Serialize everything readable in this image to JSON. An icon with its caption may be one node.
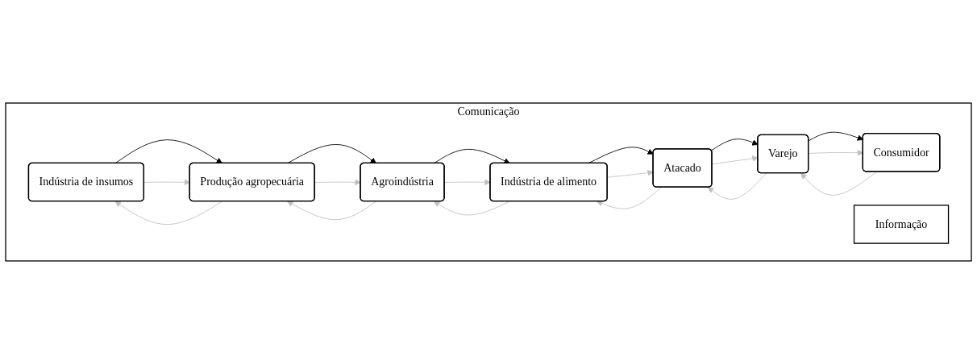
{
  "diagram": {
    "nodes": [
      {
        "text": [
          "Comunicação"
        ]
      },
      {
        "text": [
          "Indústria de insumos"
        ],
        "in": 0
      },
      {
        "text": [
          "Produção agropecuária"
        ],
        "in": 0
      },
      {
        "text": [
          "Agroindústria"
        ],
        "in": 0
      },
      {
        "text": [
          "Indústria de alimento"
        ],
        "in": 0
      },
      {
        "text": [
          "Atacado"
        ],
        "in": 0
      },
      {
        "text": [
          "Varejo"
        ],
        "in": 0
      },
      {
        "text": [
          "Consumidor"
        ],
        "in": 0
      },
      {
        "text": [
          "Informação"
        ],
        "in": 0
      }
    ],
    "edges": [
      {
        "from": 1,
        "to": 2,
        "arrow": "to",
        "color": "#000000"
      },
      {
        "from": 2,
        "to": 3,
        "arrow": "to",
        "color": "#000000"
      },
      {
        "from": 3,
        "to": 4,
        "arrow": "to",
        "color": "#000000"
      },
      {
        "from": 4,
        "to": 5,
        "arrow": "to",
        "color": "#000000"
      },
      {
        "from": 5,
        "to": 6,
        "arrow": "to",
        "color": "#000000"
      },
      {
        "from": 6,
        "to": 7,
        "arrow": "to",
        "color": "#000000"
      },
      {
        "from": 1,
        "to": 2,
        "arrow": "to",
        "color": "#c0c0c0"
      },
      {
        "from": 2,
        "to": 3,
        "arrow": "to",
        "color": "#c0c0c0"
      },
      {
        "from": 3,
        "to": 4,
        "arrow": "to",
        "color": "#c0c0c0"
      },
      {
        "from": 4,
        "to": 5,
        "arrow": "to",
        "color": "#c0c0c0"
      },
      {
        "from": 5,
        "to": 6,
        "arrow": "to",
        "color": "#c0c0c0"
      },
      {
        "from": 6,
        "to": 7,
        "arrow": "to",
        "color": "#c0c0c0"
      },
      {
        "from": 2,
        "to": 1,
        "arrow": "to",
        "color": "#c0c0c0"
      },
      {
        "from": 3,
        "to": 2,
        "arrow": "to",
        "color": "#c0c0c0"
      },
      {
        "from": 4,
        "to": 3,
        "arrow": "to",
        "color": "#c0c0c0"
      },
      {
        "from": 5,
        "to": 4,
        "arrow": "to",
        "color": "#c0c0c0"
      },
      {
        "from": 6,
        "to": 5,
        "arrow": "to",
        "color": "#c0c0c0"
      },
      {
        "from": 7,
        "to": 6,
        "arrow": "to",
        "color": "#c0c0c0"
      }
    ]
  }
}
